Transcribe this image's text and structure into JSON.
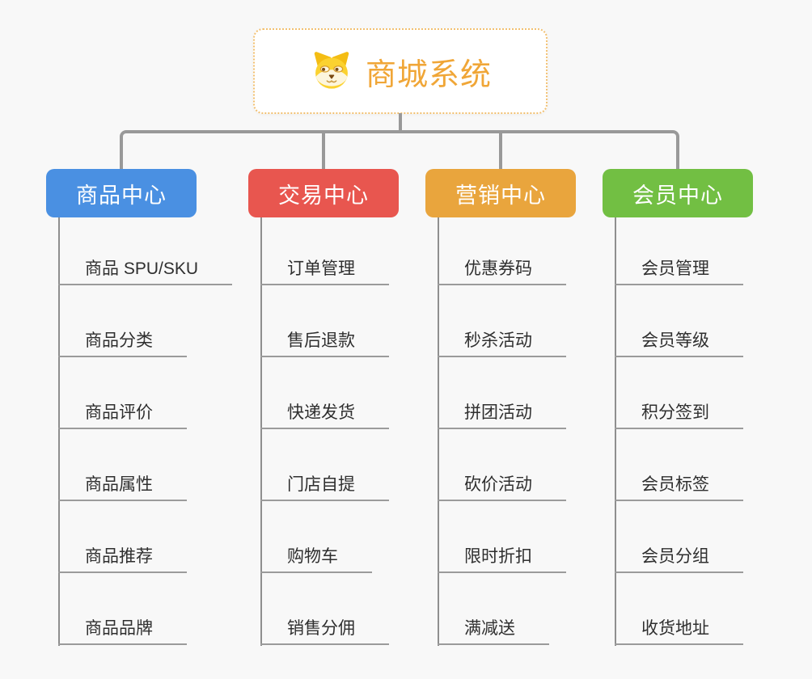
{
  "root": {
    "title": "商城系统",
    "icon": "dog-face-icon",
    "title_color": "#f0a637",
    "border_color": "#f2c071"
  },
  "connector_color": "#999999",
  "branches": [
    {
      "label": "商品中心",
      "color": "#4a90e2",
      "items": [
        "商品 SPU/SKU",
        "商品分类",
        "商品评价",
        "商品属性",
        "商品推荐",
        "商品品牌"
      ]
    },
    {
      "label": "交易中心",
      "color": "#e8564f",
      "items": [
        "订单管理",
        "售后退款",
        "快递发货",
        "门店自提",
        "购物车",
        "销售分佣"
      ]
    },
    {
      "label": "营销中心",
      "color": "#e9a53d",
      "items": [
        "优惠券码",
        "秒杀活动",
        "拼团活动",
        "砍价活动",
        "限时折扣",
        "满减送"
      ]
    },
    {
      "label": "会员中心",
      "color": "#72bf43",
      "items": [
        "会员管理",
        "会员等级",
        "积分签到",
        "会员标签",
        "会员分组",
        "收货地址"
      ]
    }
  ]
}
